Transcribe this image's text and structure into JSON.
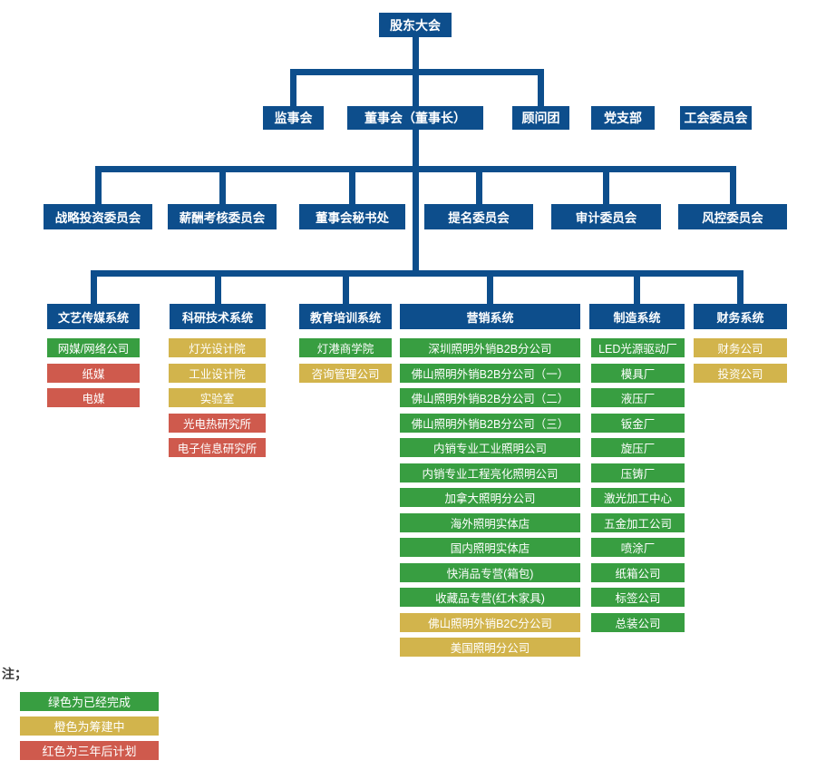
{
  "colors": {
    "node_blue": "#0d4e8c",
    "completed_green": "#389e41",
    "preparing_yellow": "#d2b44c",
    "planned_red": "#cf5a4d"
  },
  "chart": {
    "root": "股东大会",
    "level2": [
      "监事会",
      "董事会（董事长）",
      "顾问团",
      "党支部",
      "工会委员会"
    ],
    "committees": [
      "战略投资委员会",
      "薪酬考核委员会",
      "董事会秘书处",
      "提名委员会",
      "审计委员会",
      "风控委员会"
    ],
    "systems": [
      {
        "label": "文艺传媒系统",
        "items": [
          {
            "label": "网媒/网络公司",
            "status": "green"
          },
          {
            "label": "纸媒",
            "status": "red"
          },
          {
            "label": "电媒",
            "status": "red"
          }
        ]
      },
      {
        "label": "科研技术系统",
        "items": [
          {
            "label": "灯光设计院",
            "status": "yellow"
          },
          {
            "label": "工业设计院",
            "status": "yellow"
          },
          {
            "label": "实验室",
            "status": "yellow"
          },
          {
            "label": "光电热研究所",
            "status": "red"
          },
          {
            "label": "电子信息研究所",
            "status": "red"
          }
        ]
      },
      {
        "label": "教育培训系统",
        "items": [
          {
            "label": "灯港商学院",
            "status": "green"
          },
          {
            "label": "咨询管理公司",
            "status": "yellow"
          }
        ]
      },
      {
        "label": "营销系统",
        "items": [
          {
            "label": "深圳照明外销B2B分公司",
            "status": "green"
          },
          {
            "label": "佛山照明外销B2B分公司（一）",
            "status": "green"
          },
          {
            "label": "佛山照明外销B2B分公司（二）",
            "status": "green"
          },
          {
            "label": "佛山照明外销B2B分公司（三）",
            "status": "green"
          },
          {
            "label": "内销专业工业照明公司",
            "status": "green"
          },
          {
            "label": "内销专业工程亮化照明公司",
            "status": "green"
          },
          {
            "label": "加拿大照明分公司",
            "status": "green"
          },
          {
            "label": "海外照明实体店",
            "status": "green"
          },
          {
            "label": "国内照明实体店",
            "status": "green"
          },
          {
            "label": "快消品专营(箱包)",
            "status": "green"
          },
          {
            "label": "收藏品专营(红木家具)",
            "status": "green"
          },
          {
            "label": "佛山照明外销B2C分公司",
            "status": "yellow"
          },
          {
            "label": "美国照明分公司",
            "status": "yellow"
          }
        ]
      },
      {
        "label": "制造系统",
        "items": [
          {
            "label": "LED光源驱动厂",
            "status": "green"
          },
          {
            "label": "模具厂",
            "status": "green"
          },
          {
            "label": "液压厂",
            "status": "green"
          },
          {
            "label": "钣金厂",
            "status": "green"
          },
          {
            "label": "旋压厂",
            "status": "green"
          },
          {
            "label": "压铸厂",
            "status": "green"
          },
          {
            "label": "激光加工中心",
            "status": "green"
          },
          {
            "label": "五金加工公司",
            "status": "green"
          },
          {
            "label": "喷涂厂",
            "status": "green"
          },
          {
            "label": "纸箱公司",
            "status": "green"
          },
          {
            "label": "标签公司",
            "status": "green"
          },
          {
            "label": "总装公司",
            "status": "green"
          }
        ]
      },
      {
        "label": "财务系统",
        "items": [
          {
            "label": "财务公司",
            "status": "yellow"
          },
          {
            "label": "投资公司",
            "status": "yellow"
          }
        ]
      }
    ],
    "note": "注；",
    "legend": [
      {
        "label": "绿色为已经完成",
        "status": "green"
      },
      {
        "label": "橙色为筹建中",
        "status": "yellow"
      },
      {
        "label": "红色为三年后计划",
        "status": "red"
      }
    ]
  }
}
